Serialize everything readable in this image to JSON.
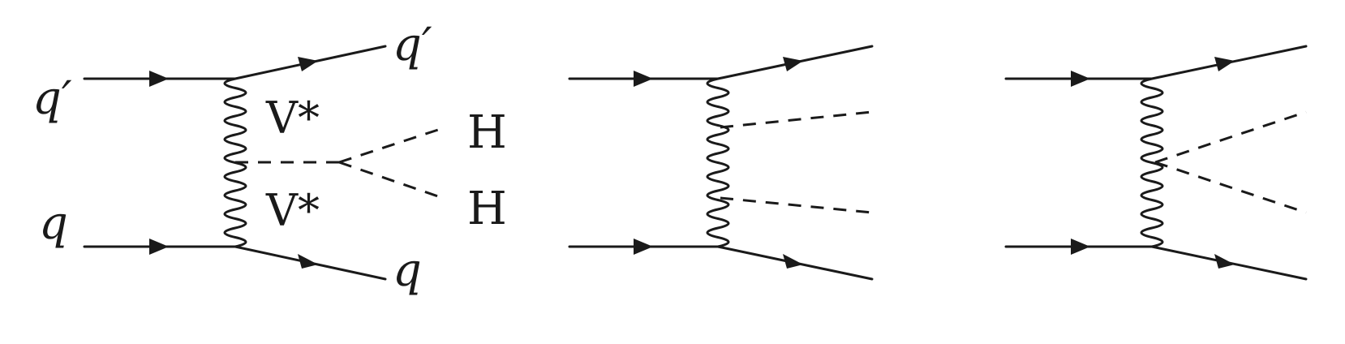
{
  "diagrams": [
    {
      "labels": {
        "in_top": "q′",
        "in_bottom": "q",
        "out_top": "q′",
        "out_bottom": "q",
        "boson_top": "V*",
        "boson_bottom": "V*",
        "higgs_top": "H",
        "higgs_bottom": "H"
      }
    },
    {
      "labels": {}
    },
    {
      "labels": {}
    }
  ]
}
